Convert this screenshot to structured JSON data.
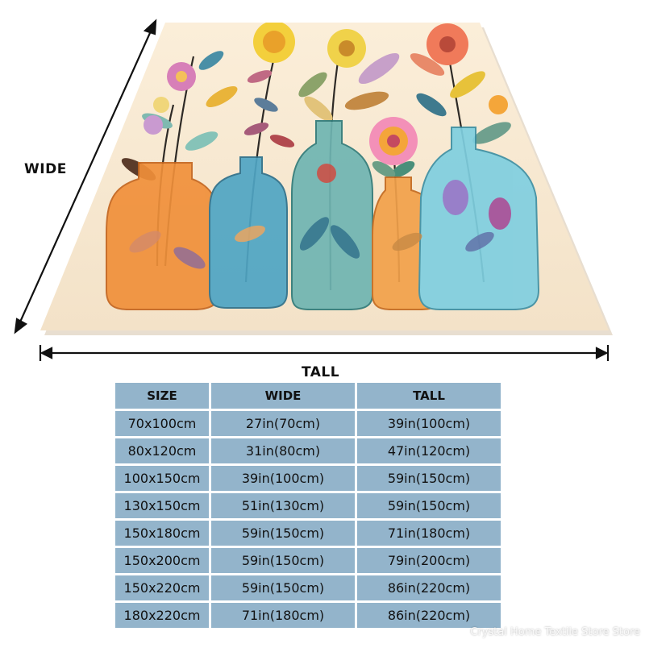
{
  "labels": {
    "wide": "WIDE",
    "tall": "TALL"
  },
  "table": {
    "headers": [
      "SIZE",
      "WIDE",
      "TALL"
    ],
    "rows": [
      [
        "70x100cm",
        "27in(70cm)",
        "39in(100cm)"
      ],
      [
        "80x120cm",
        "31in(80cm)",
        "47in(120cm)"
      ],
      [
        "100x150cm",
        "39in(100cm)",
        "59in(150cm)"
      ],
      [
        "130x150cm",
        "51in(130cm)",
        "59in(150cm)"
      ],
      [
        "150x180cm",
        "59in(150cm)",
        "71in(180cm)"
      ],
      [
        "150x200cm",
        "59in(150cm)",
        "79in(200cm)"
      ],
      [
        "150x220cm",
        "59in(150cm)",
        "86in(220cm)"
      ],
      [
        "180x220cm",
        "71in(180cm)",
        "86in(220cm)"
      ]
    ]
  },
  "watermark": "Crystal Home Textile Store Store",
  "colors": {
    "table_cell": "#93b4cb",
    "blanket_background": "#f6e7d2",
    "vase_orange": "#f0903a",
    "vase_blue": "#4fa5c4",
    "vase_teal": "#6fb5b2",
    "vase_amber": "#f2a14a",
    "vase_aqua": "#7fcfe0"
  }
}
